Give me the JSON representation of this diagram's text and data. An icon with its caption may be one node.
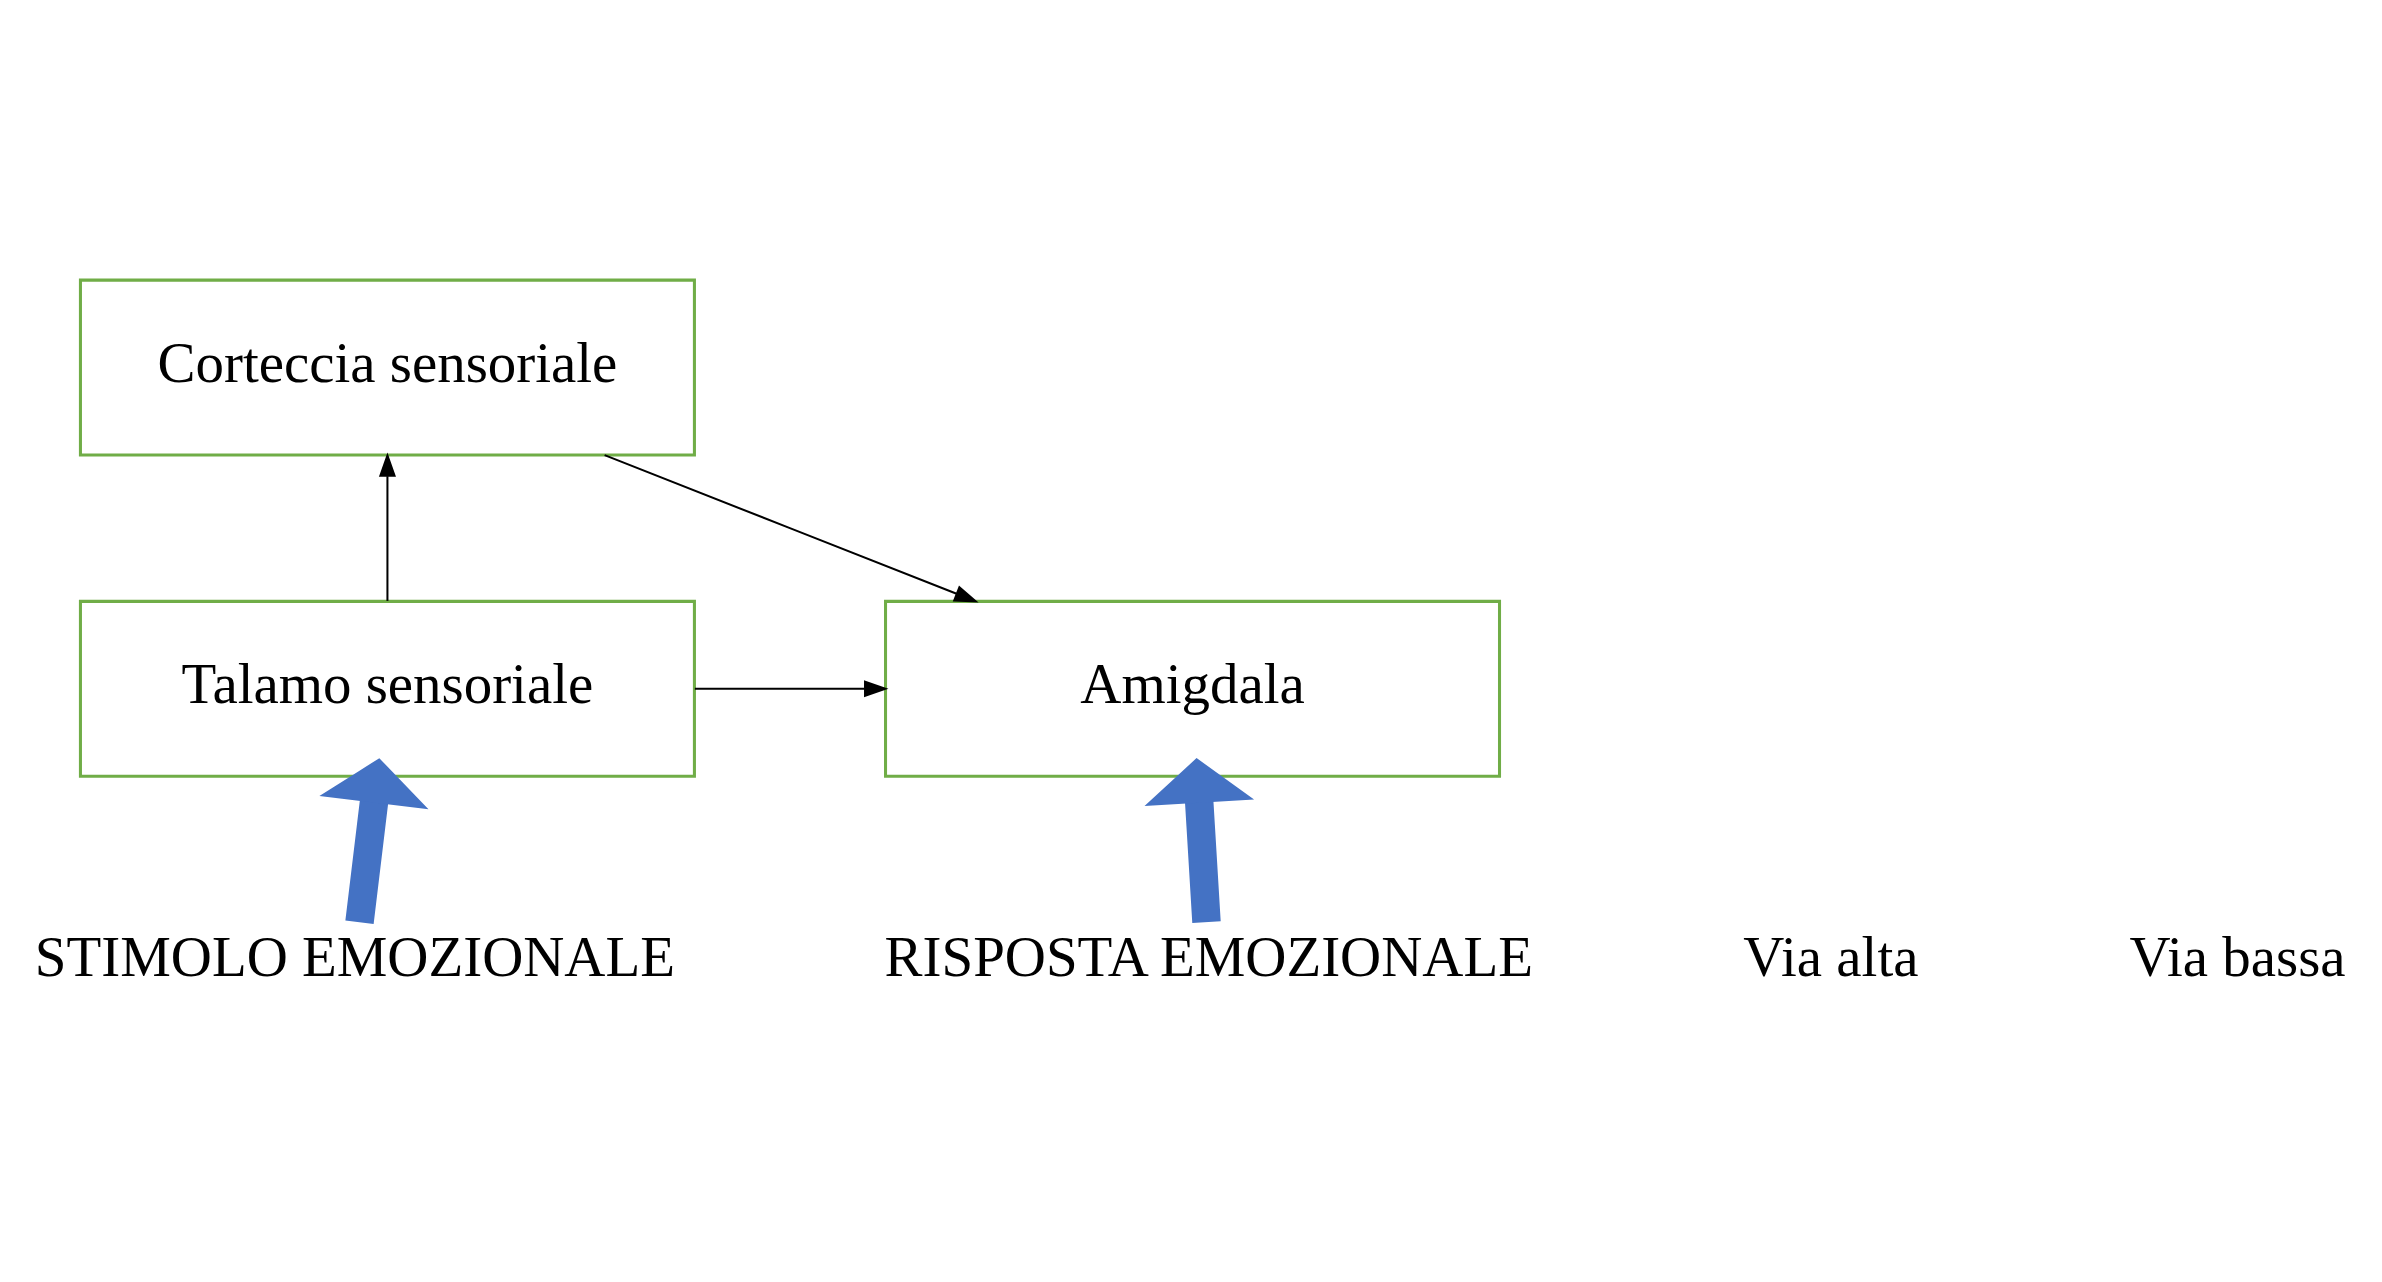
{
  "diagram": {
    "nodes": [
      {
        "text": [
          "Corteccia sensoriale"
        ]
      },
      {
        "text": [
          "Talamo sensoriale"
        ]
      },
      {
        "text": [
          "Amigdala"
        ]
      },
      {
        "text": [
          "STIMOLO EMOZIONALE"
        ]
      },
      {
        "text": [
          "RISPOSTA EMOZIONALE"
        ]
      }
    ],
    "edges": [
      {
        "from": 1,
        "to": 0,
        "arrow": "to"
      },
      {
        "from": 0,
        "to": 2,
        "arrow": "to"
      },
      {
        "from": 1,
        "to": 2,
        "arrow": "to"
      },
      {
        "from": 3,
        "to": 1,
        "arrow": "to",
        "style": "thick",
        "color": "#4472c4"
      },
      {
        "from": 4,
        "to": 2,
        "arrow": "to",
        "style": "thick",
        "color": "#4472c4"
      }
    ],
    "labels": [
      "Via alta",
      "Via bassa"
    ]
  }
}
